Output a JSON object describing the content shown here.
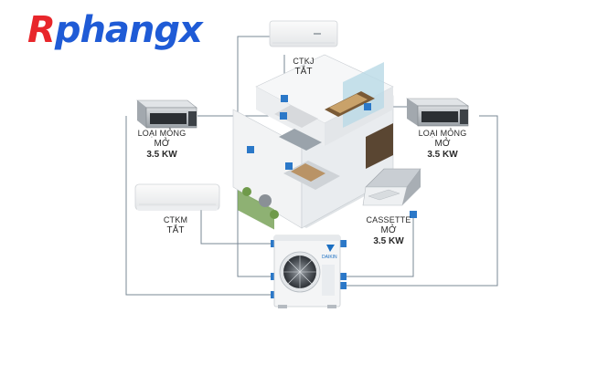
{
  "logo": {
    "first": "R",
    "rest": "phangx"
  },
  "units": {
    "wall_top": {
      "name": "CTKJ",
      "status": "TẮT"
    },
    "duct_left": {
      "name": "LOẠI MỎNG",
      "status": "MỞ",
      "power": "3.5 KW"
    },
    "duct_right": {
      "name": "LOẠI MỎNG",
      "status": "MỞ",
      "power": "3.5 KW"
    },
    "wall_left": {
      "name": "CTKM",
      "status": "TẮT"
    },
    "cassette": {
      "name": "CASSETTE",
      "status": "MỞ",
      "power": "3.5 KW"
    }
  },
  "outdoor_brand": "DAIKIN",
  "colors": {
    "pipe": "#7a8896",
    "node": "#2b78c8",
    "logo_red": "#e8262b",
    "logo_blue": "#1f5bd6"
  }
}
